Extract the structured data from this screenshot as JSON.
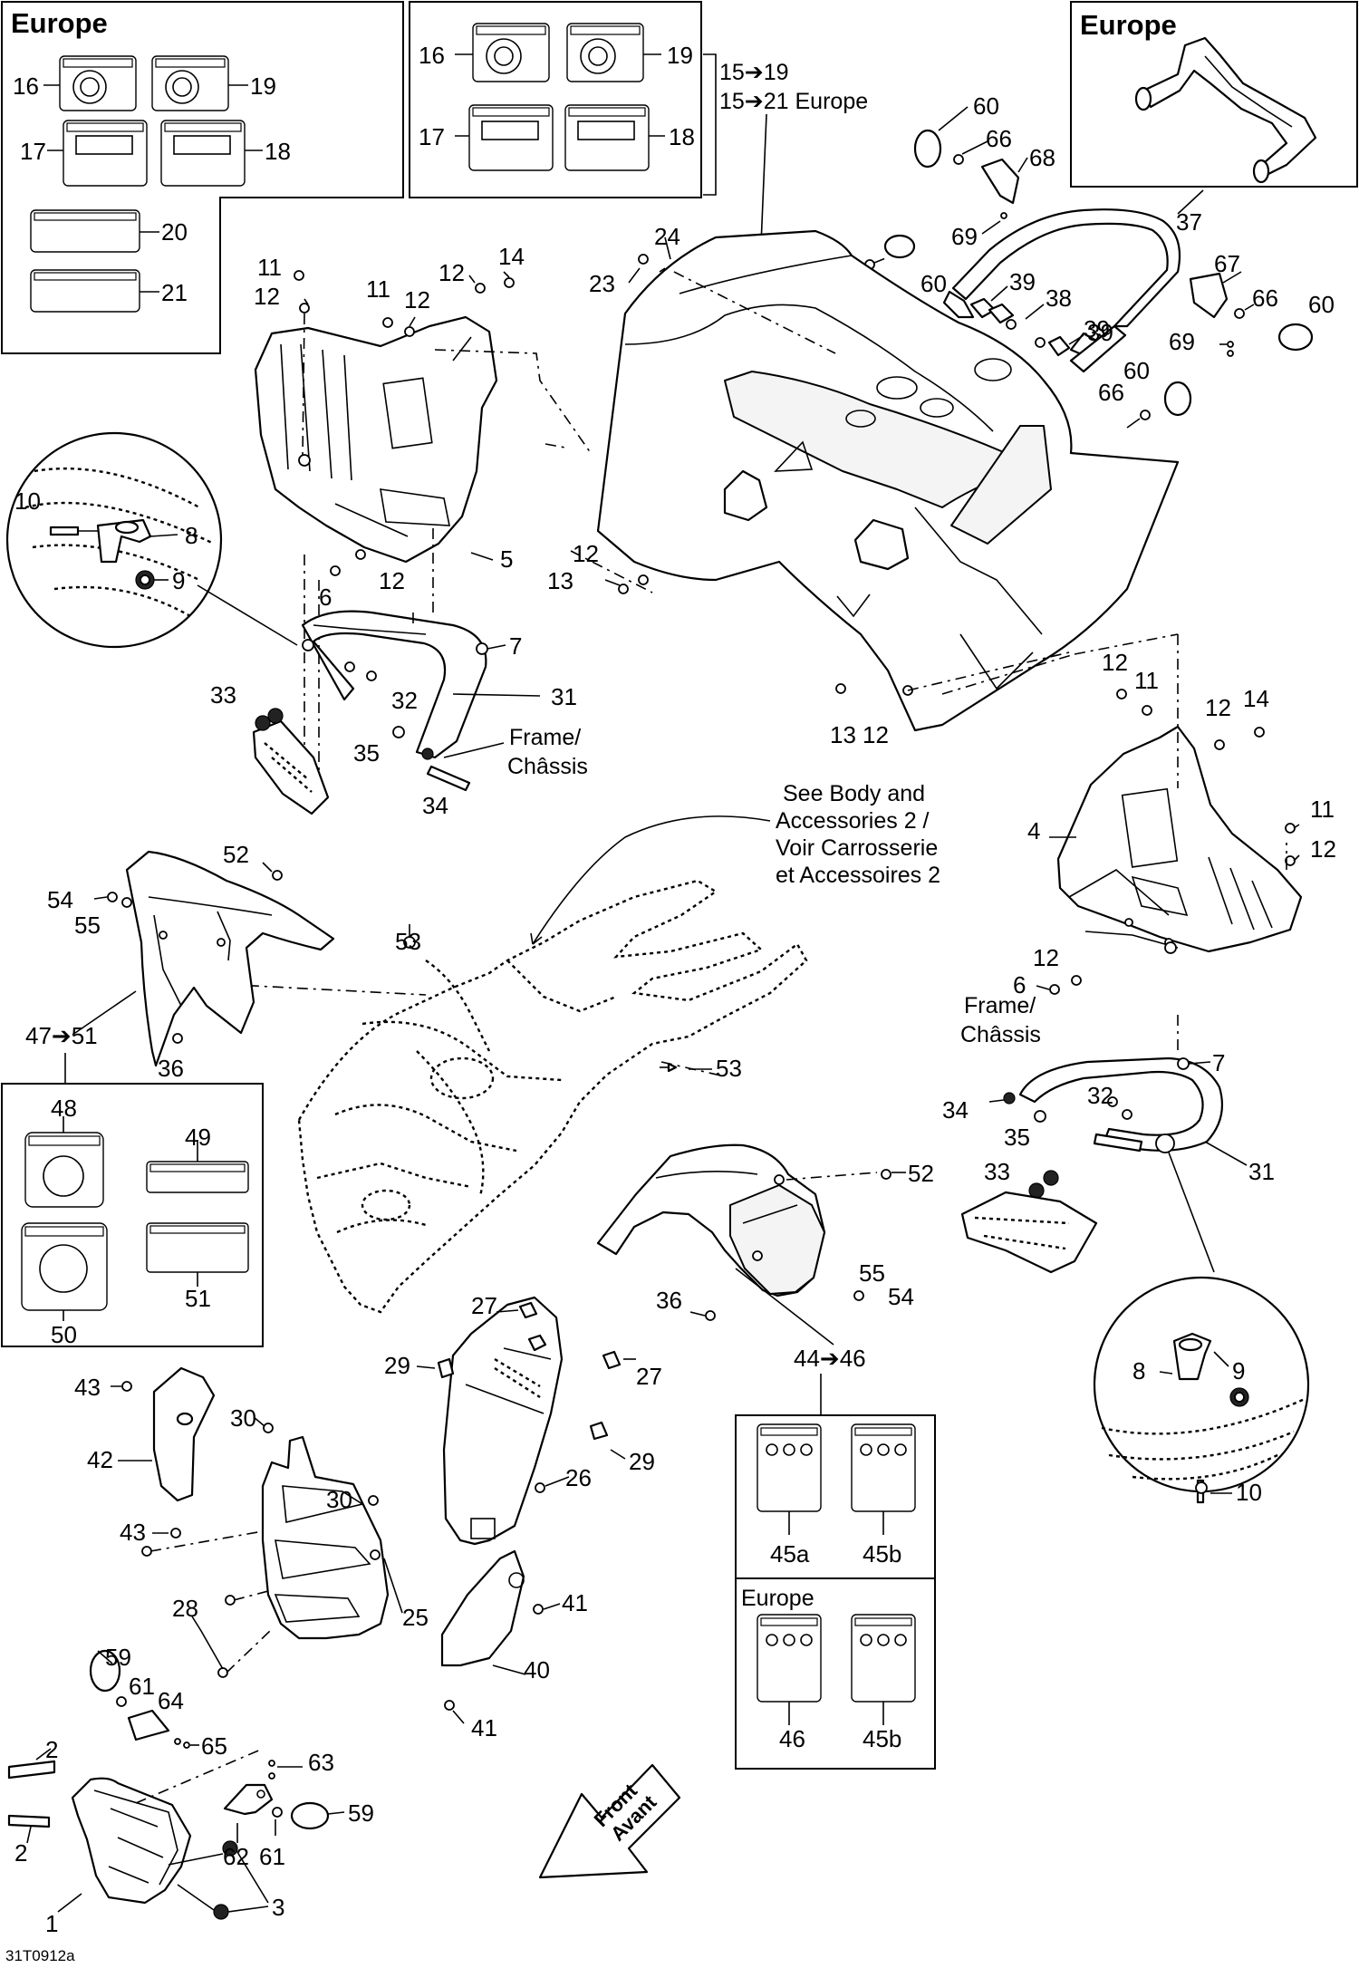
{
  "page": {
    "drawing_code": "31T0912a"
  },
  "insets": {
    "europe_header": "Europe"
  },
  "notes": {
    "kit_top": "15➔19",
    "kit_top_europe": "15➔21 Europe",
    "frame_left_1": "Frame/",
    "frame_left_2": "Châssis",
    "frame_right_1": "Frame/",
    "frame_right_2": "Châssis",
    "see_body_1": "See Body and",
    "see_body_2": "Accessories 2 /",
    "see_body_3": "Voir Carrosserie",
    "see_body_4": "et Accessoires 2",
    "kit_47_51": "47➔51",
    "kit_44_46": "44➔46",
    "front_1": "Front",
    "front_2": "Avant"
  },
  "callouts": {
    "c1": "1",
    "c2a": "2",
    "c2b": "2",
    "c3": "3",
    "c4": "4",
    "c5": "5",
    "c6a": "6",
    "c6b": "6",
    "c7a": "7",
    "c7b": "7",
    "c8a": "8",
    "c8b": "8",
    "c9a": "9",
    "c9b": "9",
    "c10a": "10",
    "c10b": "10",
    "c11a": "11",
    "c11b": "11",
    "c11c": "11",
    "c11d": "11",
    "c12a": "12",
    "c12b": "12",
    "c12c": "12",
    "c12d": "12",
    "c12e": "12",
    "c12f": "12",
    "c12g": "12",
    "c12h": "12",
    "c12i": "12",
    "c12j": "12",
    "c12k": "12",
    "c13a": "13",
    "c13b": "13",
    "c14a": "14",
    "c14b": "14",
    "c16a": "16",
    "c16b": "16",
    "c17a": "17",
    "c17b": "17",
    "c18a": "18",
    "c18b": "18",
    "c19a": "19",
    "c19b": "19",
    "c20": "20",
    "c21": "21",
    "c23": "23",
    "c24": "24",
    "c25": "25",
    "c26": "26",
    "c27a": "27",
    "c27b": "27",
    "c28": "28",
    "c29a": "29",
    "c29b": "29",
    "c30a": "30",
    "c30b": "30",
    "c31a": "31",
    "c31b": "31",
    "c32a": "32",
    "c32b": "32",
    "c33a": "33",
    "c33b": "33",
    "c34a": "34",
    "c34b": "34",
    "c35a": "35",
    "c35b": "35",
    "c36a": "36",
    "c36b": "36",
    "c37": "37",
    "c38": "38",
    "c39a": "39",
    "c39b": "39",
    "c39c": "39",
    "c40": "40",
    "c41a": "41",
    "c41b": "41",
    "c42": "42",
    "c43a": "43",
    "c43b": "43",
    "c45a": "45a",
    "c45b1": "45b",
    "c45b2": "45b",
    "c46": "46",
    "c48": "48",
    "c49": "49",
    "c50": "50",
    "c51": "51",
    "c52a": "52",
    "c52b": "52",
    "c53a": "53",
    "c53b": "53",
    "c54a": "54",
    "c54b": "54",
    "c55a": "55",
    "c55b": "55",
    "c59a": "59",
    "c59b": "59",
    "c60a": "60",
    "c60b": "60",
    "c60c": "60",
    "c60d": "60",
    "c61a": "61",
    "c61b": "61",
    "c62": "62",
    "c63": "63",
    "c64": "64",
    "c65": "65",
    "c66a": "66",
    "c66b": "66",
    "c66c": "66",
    "c66d": "66",
    "c67": "67",
    "c68": "68",
    "c69a": "69",
    "c69b": "69"
  }
}
